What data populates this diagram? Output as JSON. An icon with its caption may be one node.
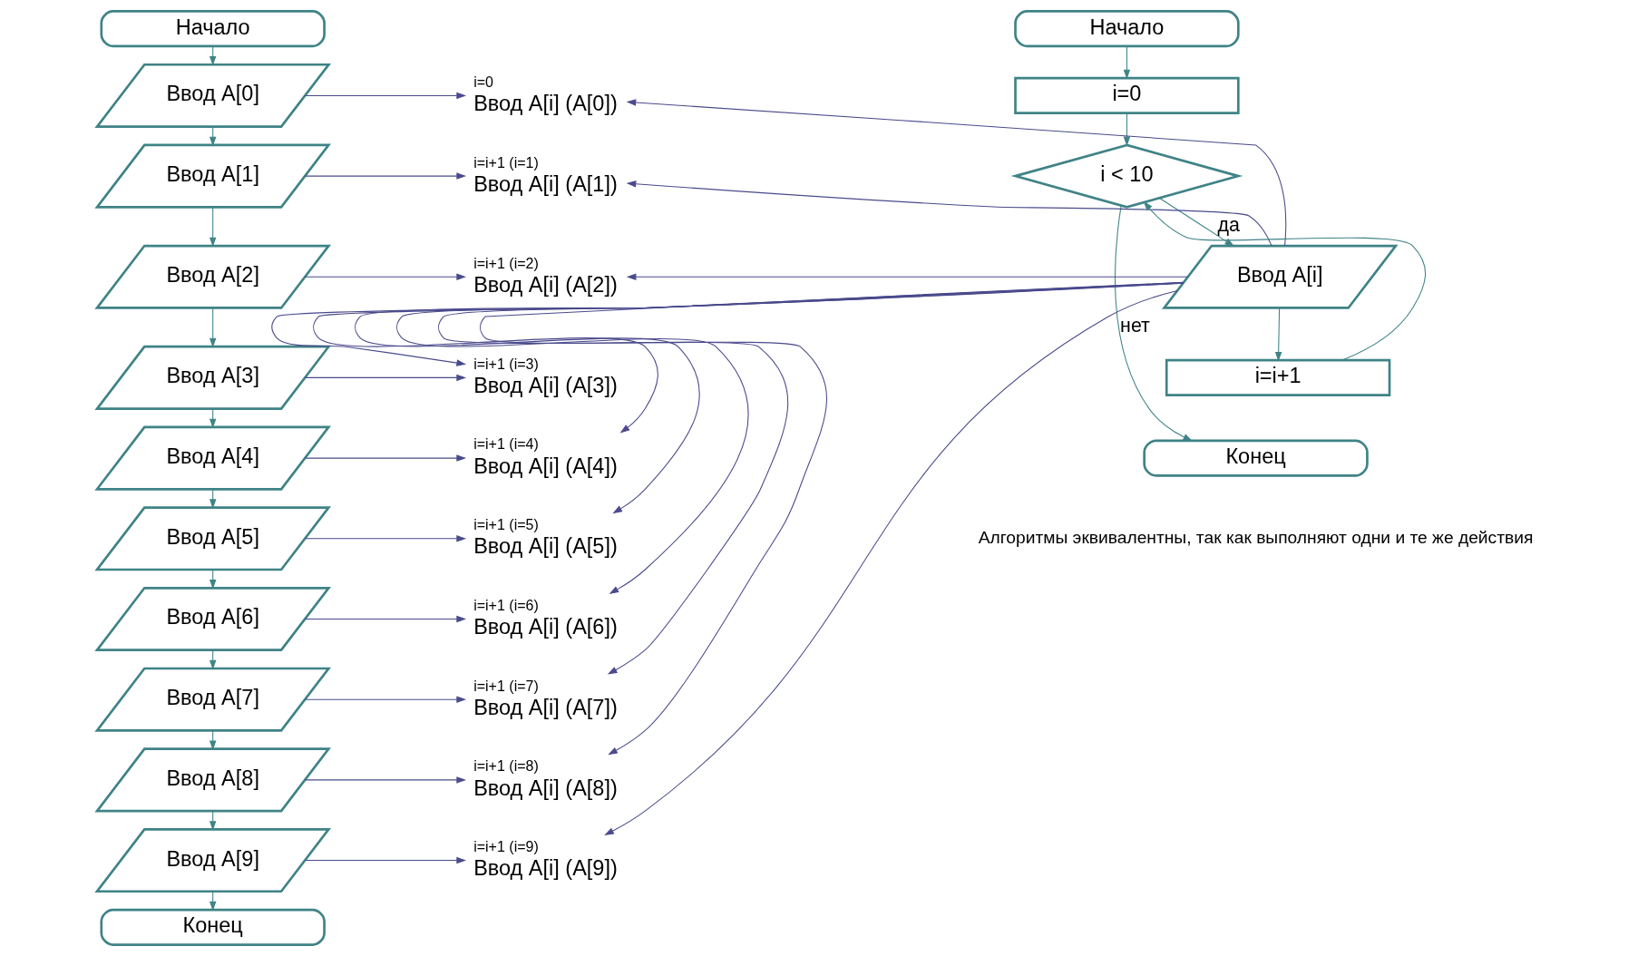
{
  "diagram": {
    "nodes": [
      {
        "text": [
          "Начало"
        ]
      },
      {
        "text": [
          "Ввод A[0]"
        ]
      },
      {
        "text": [
          "Ввод A[1]"
        ]
      },
      {
        "text": [
          "Ввод A[2]"
        ]
      },
      {
        "text": [
          "Ввод A[3]"
        ]
      },
      {
        "text": [
          "Ввод A[4]"
        ]
      },
      {
        "text": [
          "Ввод A[5]"
        ]
      },
      {
        "text": [
          "Ввод A[6]"
        ]
      },
      {
        "text": [
          "Ввод A[7]"
        ]
      },
      {
        "text": [
          "Ввод A[8]"
        ]
      },
      {
        "text": [
          "Ввод A[9]"
        ]
      },
      {
        "text": [
          "Конец"
        ]
      },
      {
        "text": [
          "Ввод A[i] (A[0])"
        ],
        "beside": [
          "i=0"
        ]
      },
      {
        "text": [
          "Ввод A[i] (A[1])"
        ],
        "beside": [
          "i=i+1 (i=1)"
        ]
      },
      {
        "text": [
          "Ввод A[i] (A[2])"
        ],
        "beside": [
          "i=i+1 (i=2)"
        ]
      },
      {
        "text": [
          "Ввод A[i] (A[3])"
        ],
        "beside": [
          "i=i+1 (i=3)"
        ]
      },
      {
        "text": [
          "Ввод A[i] (A[4])"
        ],
        "beside": [
          "i=i+1 (i=4)"
        ]
      },
      {
        "text": [
          "Ввод A[i] (A[5])"
        ],
        "beside": [
          "i=i+1 (i=5)"
        ]
      },
      {
        "text": [
          "Ввод A[i] (A[6])"
        ],
        "beside": [
          "i=i+1 (i=6)"
        ]
      },
      {
        "text": [
          "Ввод A[i] (A[7])"
        ],
        "beside": [
          "i=i+1 (i=7)"
        ]
      },
      {
        "text": [
          "Ввод A[i] (A[8])"
        ],
        "beside": [
          "i=i+1 (i=8)"
        ]
      },
      {
        "text": [
          "Ввод A[i] (A[9])"
        ],
        "beside": [
          "i=i+1 (i=9)"
        ]
      },
      {
        "text": [
          "Начало"
        ]
      },
      {
        "text": [
          "i=0"
        ]
      },
      {
        "text": [
          "i < 10"
        ]
      },
      {
        "text": [
          "Ввод A[i]"
        ]
      },
      {
        "text": [
          "i=i+1"
        ]
      },
      {
        "text": [
          "Конец"
        ]
      }
    ],
    "edges": [
      {
        "from": 0,
        "to": 1,
        "arrow": "to",
        "color": "#3f8386"
      },
      {
        "from": 1,
        "to": 2,
        "arrow": "to",
        "color": "#3f8386"
      },
      {
        "from": 2,
        "to": 3,
        "arrow": "to",
        "color": "#3f8386"
      },
      {
        "from": 3,
        "to": 4,
        "arrow": "to",
        "color": "#3f8386"
      },
      {
        "from": 4,
        "to": 5,
        "arrow": "to",
        "color": "#3f8386"
      },
      {
        "from": 5,
        "to": 6,
        "arrow": "to",
        "color": "#3f8386"
      },
      {
        "from": 6,
        "to": 7,
        "arrow": "to",
        "color": "#3f8386"
      },
      {
        "from": 7,
        "to": 8,
        "arrow": "to",
        "color": "#3f8386"
      },
      {
        "from": 8,
        "to": 9,
        "arrow": "to",
        "color": "#3f8386"
      },
      {
        "from": 9,
        "to": 10,
        "arrow": "to",
        "color": "#3f8386"
      },
      {
        "from": 10,
        "to": 11,
        "arrow": "to",
        "color": "#3f8386"
      },
      {
        "from": 1,
        "to": 12,
        "arrow": "to"
      },
      {
        "from": 2,
        "to": 13,
        "arrow": "to"
      },
      {
        "from": 3,
        "to": 14,
        "arrow": "to"
      },
      {
        "from": 4,
        "to": 15,
        "arrow": "to"
      },
      {
        "from": 5,
        "to": 16,
        "arrow": "to"
      },
      {
        "from": 6,
        "to": 17,
        "arrow": "to"
      },
      {
        "from": 7,
        "to": 18,
        "arrow": "to"
      },
      {
        "from": 8,
        "to": 19,
        "arrow": "to"
      },
      {
        "from": 9,
        "to": 20,
        "arrow": "to"
      },
      {
        "from": 10,
        "to": 21,
        "arrow": "to"
      },
      {
        "from": 25,
        "to": 12,
        "arrow": "to"
      },
      {
        "from": 25,
        "to": 13,
        "arrow": "to"
      },
      {
        "from": 25,
        "to": 14,
        "arrow": "to"
      },
      {
        "from": 25,
        "to": 15,
        "arrow": "to"
      },
      {
        "from": 25,
        "to": 16,
        "arrow": "to"
      },
      {
        "from": 25,
        "to": 17,
        "arrow": "to"
      },
      {
        "from": 25,
        "to": 18,
        "arrow": "to"
      },
      {
        "from": 25,
        "to": 19,
        "arrow": "to"
      },
      {
        "from": 25,
        "to": 20,
        "arrow": "to"
      },
      {
        "from": 25,
        "to": 21,
        "arrow": "to"
      },
      {
        "from": 22,
        "to": 23,
        "arrow": "to",
        "color": "#3f8386"
      },
      {
        "from": 23,
        "to": 24,
        "arrow": "to",
        "color": "#3f8386"
      },
      {
        "from": 24,
        "to": 25,
        "arrow": "to",
        "label": "да",
        "color": "#3f8386"
      },
      {
        "from": 25,
        "to": 26,
        "arrow": "to",
        "color": "#3f8386"
      },
      {
        "from": 26,
        "to": 24,
        "arrow": "to",
        "color": "#3f8386"
      },
      {
        "from": 24,
        "to": 27,
        "arrow": "to",
        "label": "нет",
        "color": "#3f8386"
      }
    ],
    "labels": [
      "Алгоритмы эквивалентны, так как выполняют одни и те же действия"
    ]
  }
}
